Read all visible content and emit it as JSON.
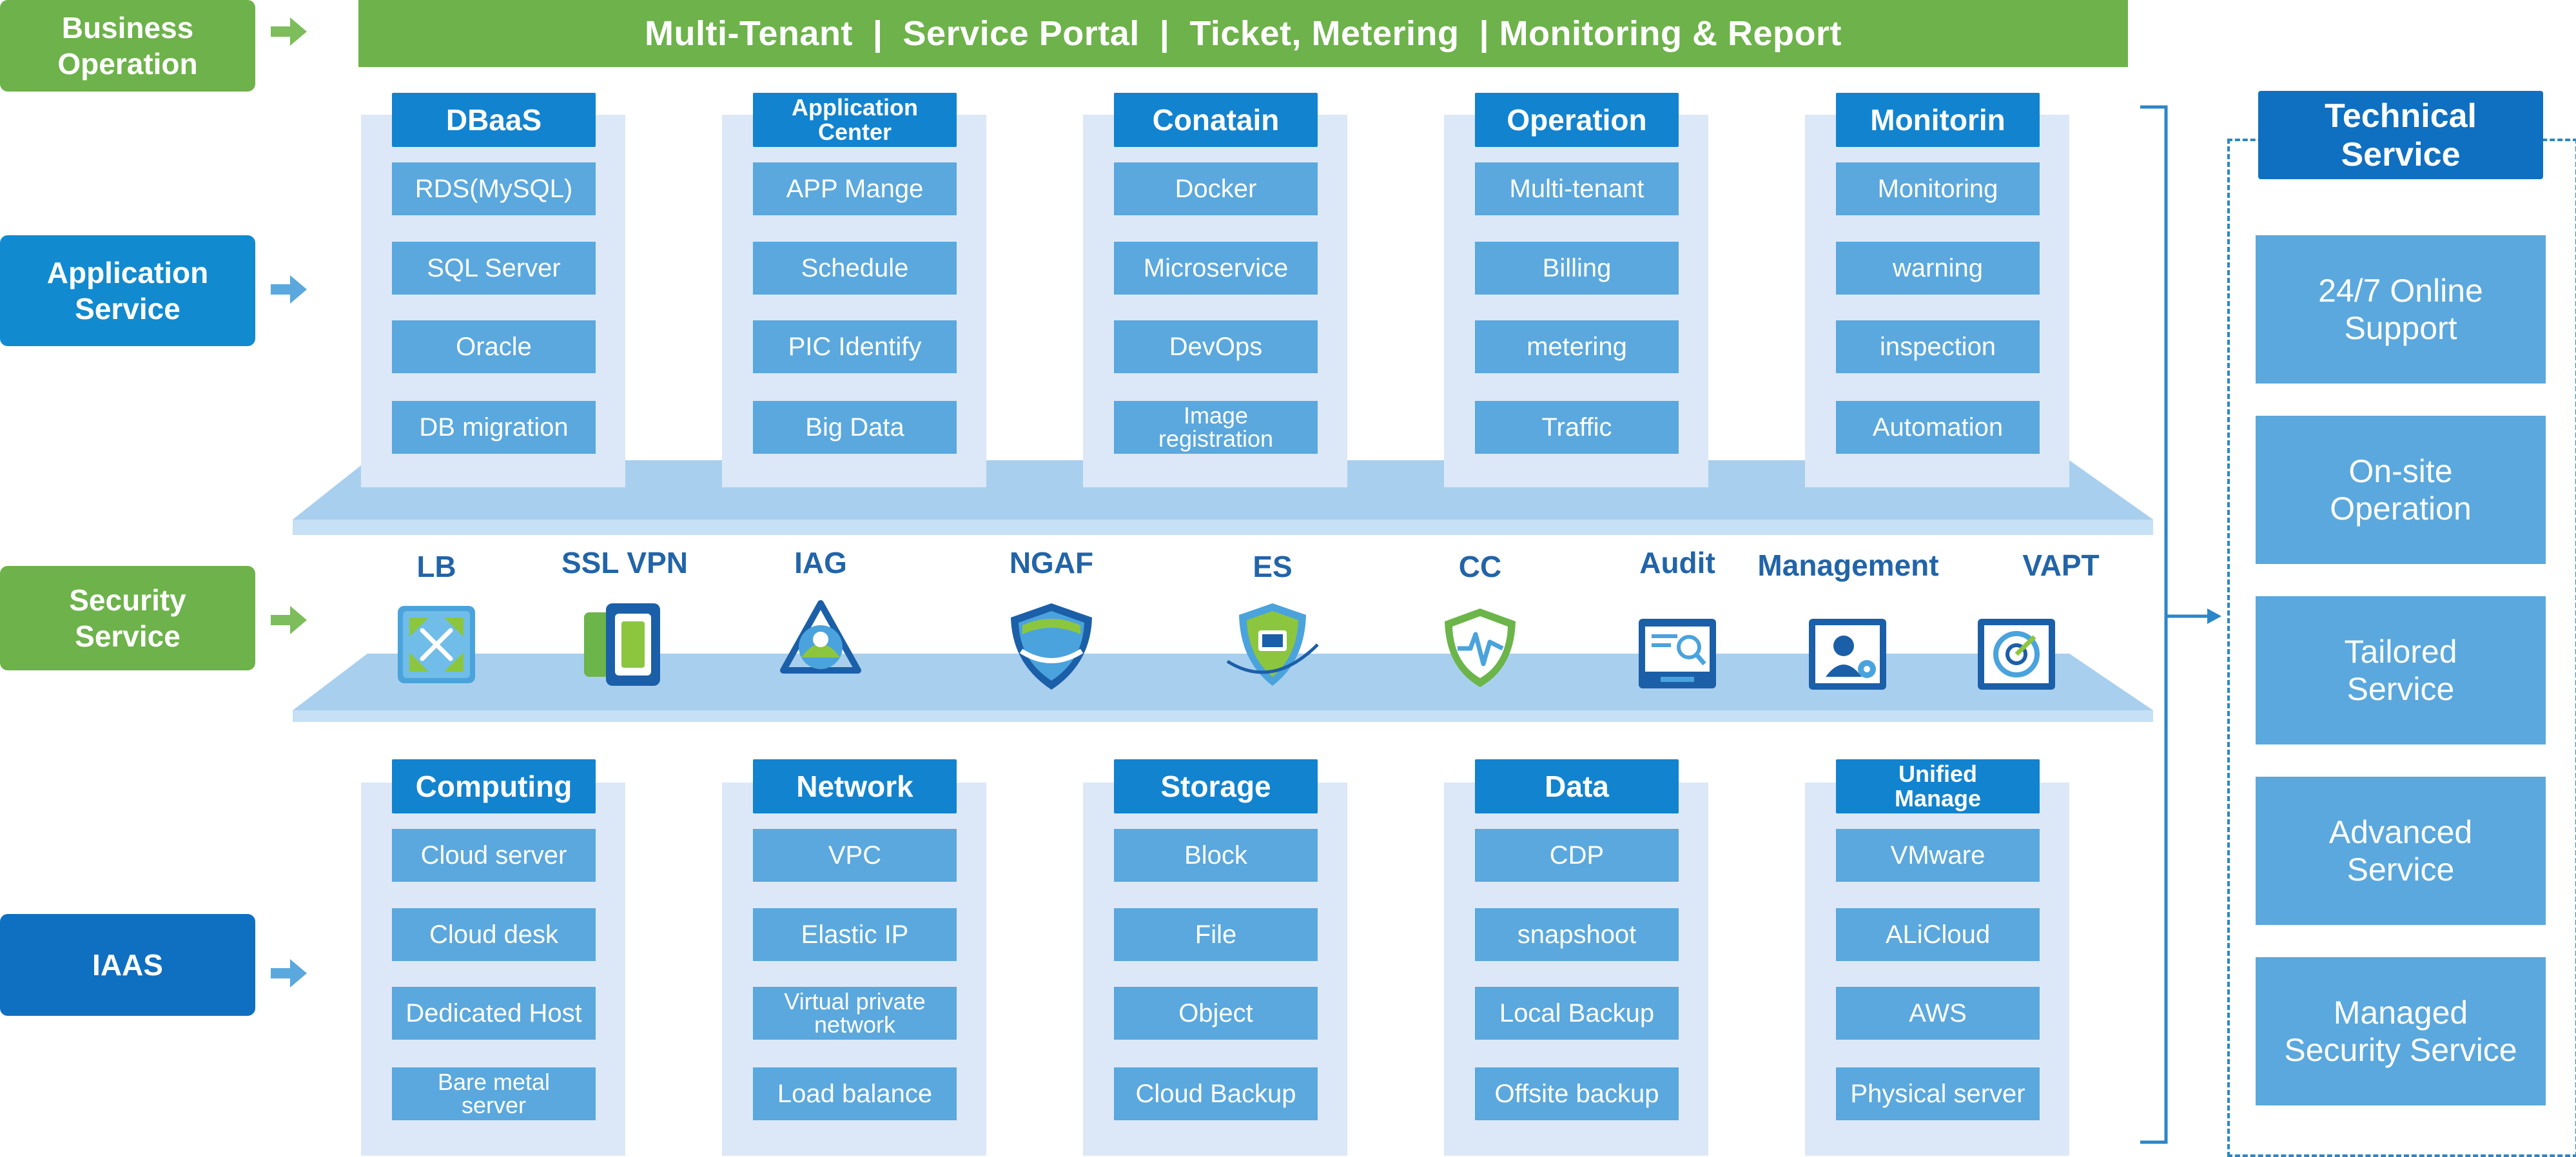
{
  "colors": {
    "green": "#6db24a",
    "app_blue": "#128acf",
    "iaas_blue": "#0f6fc1",
    "head_blue": "#1283cf",
    "cell_blue": "#5aa8dd",
    "col_bg": "#dce8f7",
    "platform": "#a9cfee",
    "arrow": "#5aa8dd",
    "security_text": "#2264a8"
  },
  "rows": {
    "business": "Business\nOperation",
    "application": "Application\nService",
    "security": "Security\nService",
    "iaas": "IAAS"
  },
  "banner": {
    "text": "Multi-Tenant  |  Service Portal  |  Ticket, Metering  | Monitoring & Report"
  },
  "application_columns": [
    {
      "header": "DBaaS",
      "items": [
        "RDS(MySQL)",
        "SQL Server",
        "Oracle",
        "DB migration"
      ]
    },
    {
      "header": "Application\nCenter",
      "items": [
        "APP Mange",
        "Schedule",
        "PIC Identify",
        "Big Data"
      ]
    },
    {
      "header": "Conatain",
      "items": [
        "Docker",
        "Microservice",
        "DevOps",
        "Image\nregistration"
      ]
    },
    {
      "header": "Operation",
      "items": [
        "Multi-tenant",
        "Billing",
        "metering",
        "Traffic"
      ]
    },
    {
      "header": "Monitorin",
      "items": [
        "Monitoring",
        "warning",
        "inspection",
        "Automation"
      ]
    }
  ],
  "security_products": [
    {
      "label": "LB",
      "icon": "load-balancer-icon"
    },
    {
      "label": "SSL VPN",
      "icon": "vpn-icon"
    },
    {
      "label": "IAG",
      "icon": "iag-icon"
    },
    {
      "label": "NGAF",
      "icon": "firewall-shield-icon"
    },
    {
      "label": "ES",
      "icon": "endpoint-shield-icon"
    },
    {
      "label": "CC",
      "icon": "cyber-command-icon"
    },
    {
      "label": "Audit",
      "icon": "audit-monitor-icon"
    },
    {
      "label": "Management",
      "icon": "management-user-icon"
    },
    {
      "label": "VAPT",
      "icon": "vapt-target-icon"
    }
  ],
  "iaas_columns": [
    {
      "header": "Computing",
      "items": [
        "Cloud server",
        "Cloud desk",
        "Dedicated Host",
        "Bare metal\nserver"
      ]
    },
    {
      "header": "Network",
      "items": [
        "VPC",
        "Elastic IP",
        "Virtual private\nnetwork",
        "Load balance"
      ]
    },
    {
      "header": "Storage",
      "items": [
        "Block",
        "File",
        "Object",
        "Cloud Backup"
      ]
    },
    {
      "header": "Data",
      "items": [
        "CDP",
        "snapshoot",
        "Local Backup",
        "Offsite backup"
      ]
    },
    {
      "header": "Unified\nManage",
      "items": [
        "VMware",
        "ALiCloud",
        "AWS",
        "Physical server"
      ]
    }
  ],
  "technical_service": {
    "header": "Technical\nService",
    "items": [
      "24/7 Online\nSupport",
      "On-site\nOperation",
      "Tailored\nService",
      "Advanced\nService",
      "Managed\nSecurity Service"
    ]
  }
}
